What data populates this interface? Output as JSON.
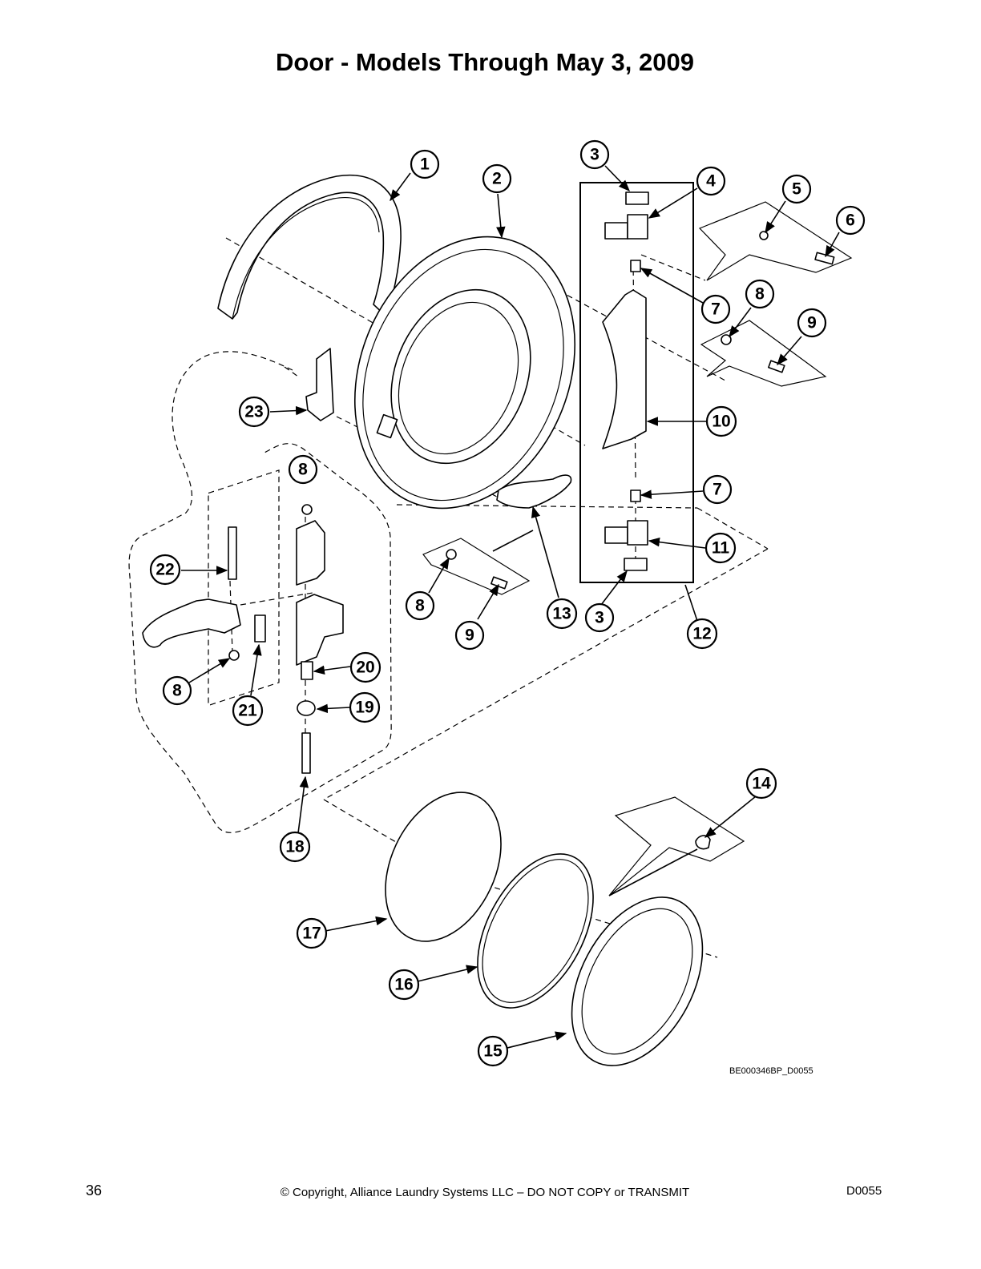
{
  "title": "Door - Models Through May 3, 2009",
  "drawing_code": "BE000346BP_D0055",
  "footer": {
    "page_number": "36",
    "copyright": "© Copyright, Alliance Laundry Systems LLC – DO NOT COPY or TRANSMIT",
    "doc_code": "D0055"
  },
  "callouts": {
    "c1": "1",
    "c2": "2",
    "c3a": "3",
    "c3b": "3",
    "c4": "4",
    "c5": "5",
    "c6": "6",
    "c7a": "7",
    "c7b": "7",
    "c8a": "8",
    "c8b": "8",
    "c8c": "8",
    "c8d": "8",
    "c9a": "9",
    "c9b": "9",
    "c10": "10",
    "c11": "11",
    "c12": "12",
    "c13": "13",
    "c14": "14",
    "c15": "15",
    "c16": "16",
    "c17": "17",
    "c18": "18",
    "c19": "19",
    "c20": "20",
    "c21": "21",
    "c22": "22",
    "c23": "23"
  }
}
